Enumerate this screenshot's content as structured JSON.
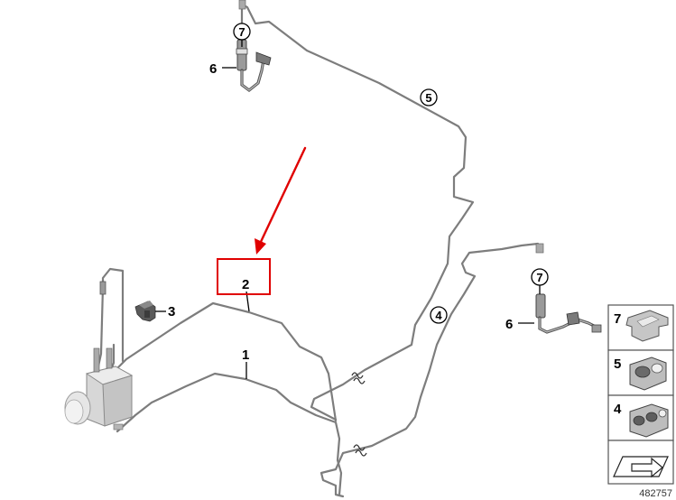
{
  "diagram": {
    "callouts": {
      "part_1": "1",
      "part_2": "2",
      "part_3": "3",
      "part_4": "4",
      "part_5": "5",
      "part_6_top": "6",
      "part_6_right": "6",
      "part_7_top": "7",
      "part_7_right": "7"
    },
    "legend": [
      {
        "number": "7",
        "icon": "clip-icon"
      },
      {
        "number": "5",
        "icon": "double-clip-icon"
      },
      {
        "number": "4",
        "icon": "triple-clip-icon"
      },
      {
        "number": "",
        "icon": "arrow-symbol-icon"
      }
    ],
    "diagram_id": "482757",
    "colors": {
      "highlight": "#e00000",
      "pipe": "#7d7d7d",
      "hose": "#555555"
    },
    "icons": [
      "abs-unit-icon",
      "pipe-clip-icon",
      "hose-icon",
      "break-mark-icon"
    ]
  }
}
